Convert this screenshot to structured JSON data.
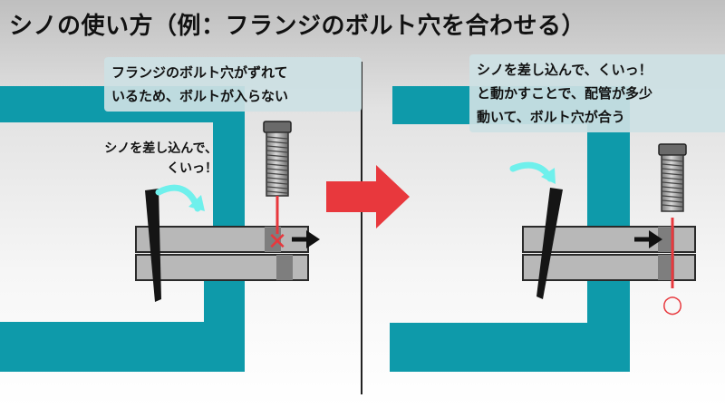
{
  "title": "シノの使い方（例：フランジのボルト穴を合わせる）",
  "left_panel": {
    "callout": "フランジのボルト穴がずれて\nいるため、ボルトが入らない",
    "note": "シノを差し込んで、\nくいっ！",
    "bolt_marker": "✕"
  },
  "right_panel": {
    "callout": "シノを差し込んで、くいっ！\nと動かすことで、配管が多少\n動いて、ボルト穴が合う",
    "bolt_marker": "○"
  },
  "colors": {
    "pipe": "#0e9aaa",
    "flange": "#b8b8b8",
    "flange_edge": "#2a2a2a",
    "bolt_hole": "#7e7e7e",
    "shino": "#151515",
    "swipe_arrow": "#6ff0ec",
    "red": "#e8383d",
    "divider": "#222222"
  },
  "icons": {
    "big_arrow": "right-arrow-icon",
    "bolt": "bolt-icon",
    "shino_tool": "shino-tool-icon"
  }
}
